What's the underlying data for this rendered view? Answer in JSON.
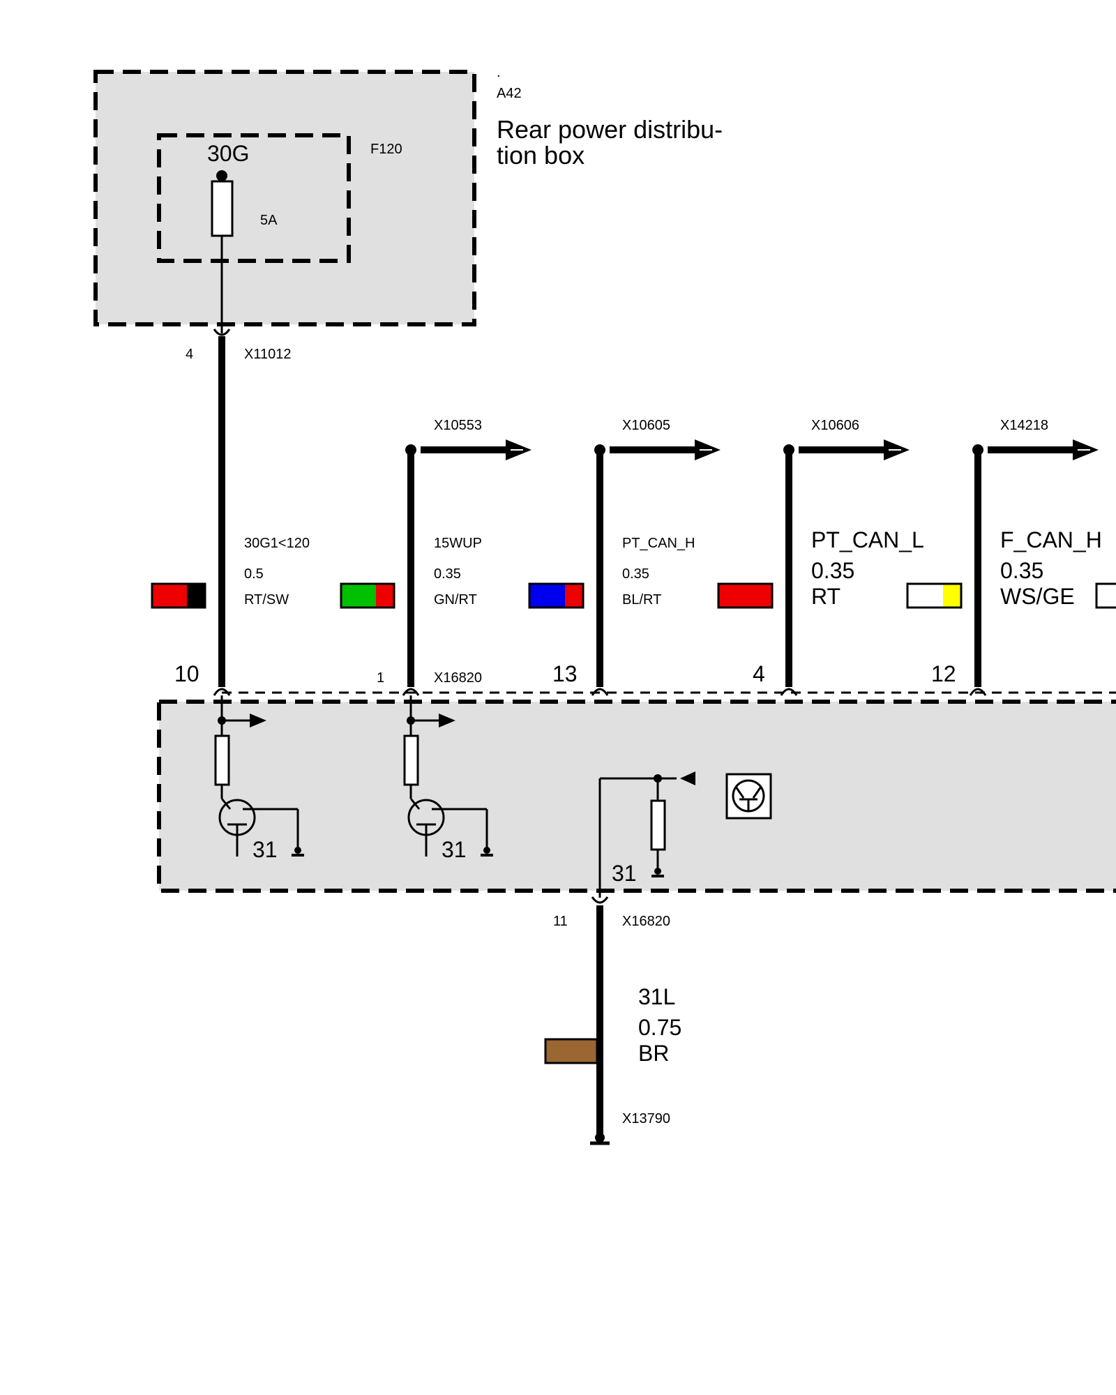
{
  "distribution_box": {
    "marker": ".",
    "id": "A42",
    "name_line1": "Rear power distribu-",
    "name_line2": "tion box",
    "fuse_terminal": "30G",
    "fuse_id": "F120",
    "fuse_rating": "5A"
  },
  "connector_top": {
    "pin": "4",
    "id": "X11012"
  },
  "wires": [
    {
      "signal": "30G1<120",
      "gauge": "0.5",
      "color_code": "RT/SW",
      "colors": [
        "#ee0000",
        "#000000"
      ],
      "pin": "10",
      "dest": ""
    },
    {
      "signal": "15WUP",
      "gauge": "0.35",
      "color_code": "GN/RT",
      "colors": [
        "#00c000",
        "#ee0000"
      ],
      "pin": "1",
      "dest": "X10553"
    },
    {
      "signal": "PT_CAN_H",
      "gauge": "0.35",
      "color_code": "BL/RT",
      "colors": [
        "#0000ee",
        "#ee0000"
      ],
      "pin": "13",
      "dest": "X10605"
    },
    {
      "signal": "PT_CAN_L",
      "gauge": "0.35",
      "color_code": "RT",
      "colors": [
        "#ee0000"
      ],
      "pin": "4",
      "dest": "X10606"
    },
    {
      "signal": "F_CAN_H",
      "gauge": "0.35",
      "color_code": "WS/GE",
      "colors": [
        "#ffffff",
        "#ffff00"
      ],
      "pin": "12",
      "dest": "X14218"
    }
  ],
  "module_connector": "X16820",
  "ground_labels": [
    "31",
    "31",
    "31"
  ],
  "bottom_connector": {
    "pin": "11",
    "id": "X16820"
  },
  "ground_wire": {
    "signal": "31L",
    "gauge": "0.75",
    "color_code": "BR",
    "colors": [
      "#9a6632"
    ],
    "end_connector": "X13790"
  }
}
